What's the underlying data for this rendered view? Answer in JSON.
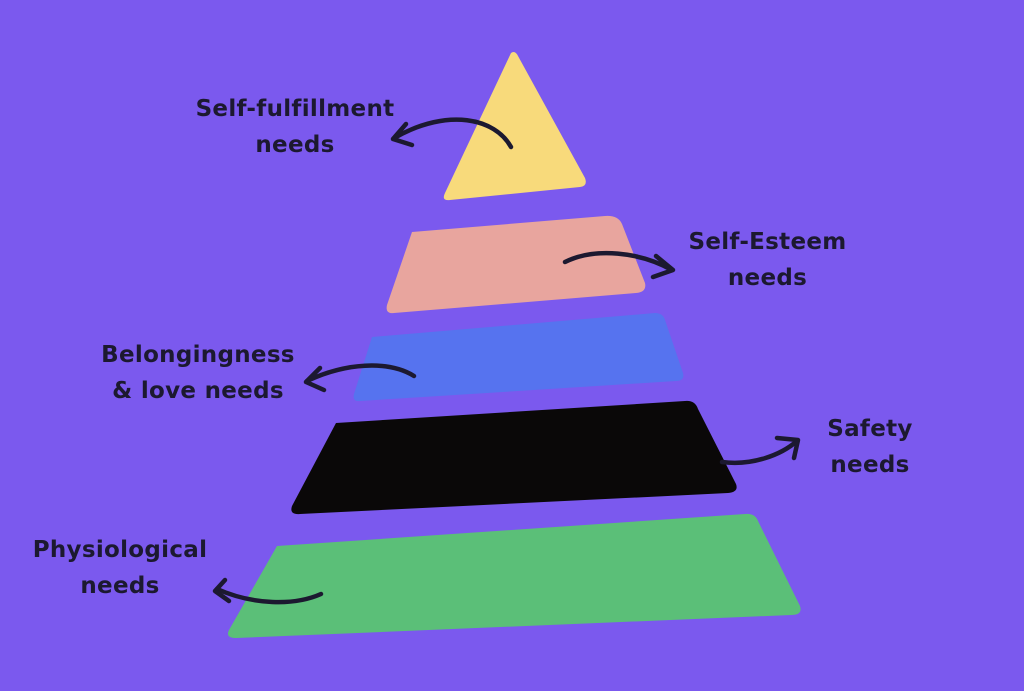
{
  "colors": {
    "background": "#7b59ee",
    "ink": "#1c1930",
    "tier_1": "#f8da7b",
    "tier_2": "#e8a59e",
    "tier_3": "#5673ef",
    "tier_4": "#0a0808",
    "tier_5": "#5bbf78"
  },
  "labels": {
    "self_fulfillment": {
      "line1": "Self-fulfillment",
      "line2": "needs"
    },
    "self_esteem": {
      "line1": "Self-Esteem",
      "line2": "needs"
    },
    "belonging": {
      "line1": "Belongingness",
      "line2": "& love needs"
    },
    "safety": {
      "line1": "Safety",
      "line2": "needs"
    },
    "physiological": {
      "line1": "Physiological",
      "line2": "needs"
    }
  }
}
